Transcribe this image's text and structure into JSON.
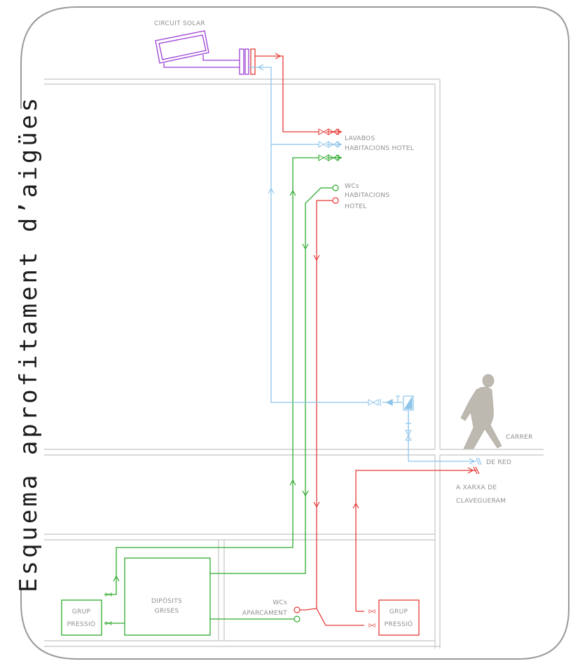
{
  "title": "Esquema aprofitament d’aigües",
  "colors": {
    "frame": "#9a9a9a",
    "building": "#c4c4c4",
    "hot_water": "#e53935",
    "grey_water": "#2faa2f",
    "cold_water": "#8ec4ea",
    "solar": "#9b3fd6",
    "label": "#8f8f8f",
    "person": "#bdb8b0"
  },
  "labels": {
    "circuit_solar": "CIRCUIT SOLAR",
    "lavabos_1": "LAVABOS",
    "lavabos_2": "HABITACIONS HOTEL",
    "wcs_hab_1": "WCs",
    "wcs_hab_2": "HABITACIONS",
    "wcs_hab_3": "HOTEL",
    "carrer": "CARRER",
    "de_red": "DE RED",
    "xarxa_1": "A XARXA DE",
    "xarxa_2": "CLAVEGUERAM",
    "grup_left_1": "GRUP",
    "grup_left_2": "PRESSIÓ",
    "diposits_1": "DIPÒSITS",
    "diposits_2": "GRISES",
    "wcs_aparc_1": "WCs",
    "wcs_aparc_2": "APARCAMENT",
    "grup_right_1": "GRUP",
    "grup_right_2": "PRESSIÓ"
  },
  "icons": {
    "valve": "bowtie-valve-icon",
    "outlet": "circle-outlet-icon",
    "arrow": "flow-arrow-icon",
    "person": "walking-person-icon"
  }
}
